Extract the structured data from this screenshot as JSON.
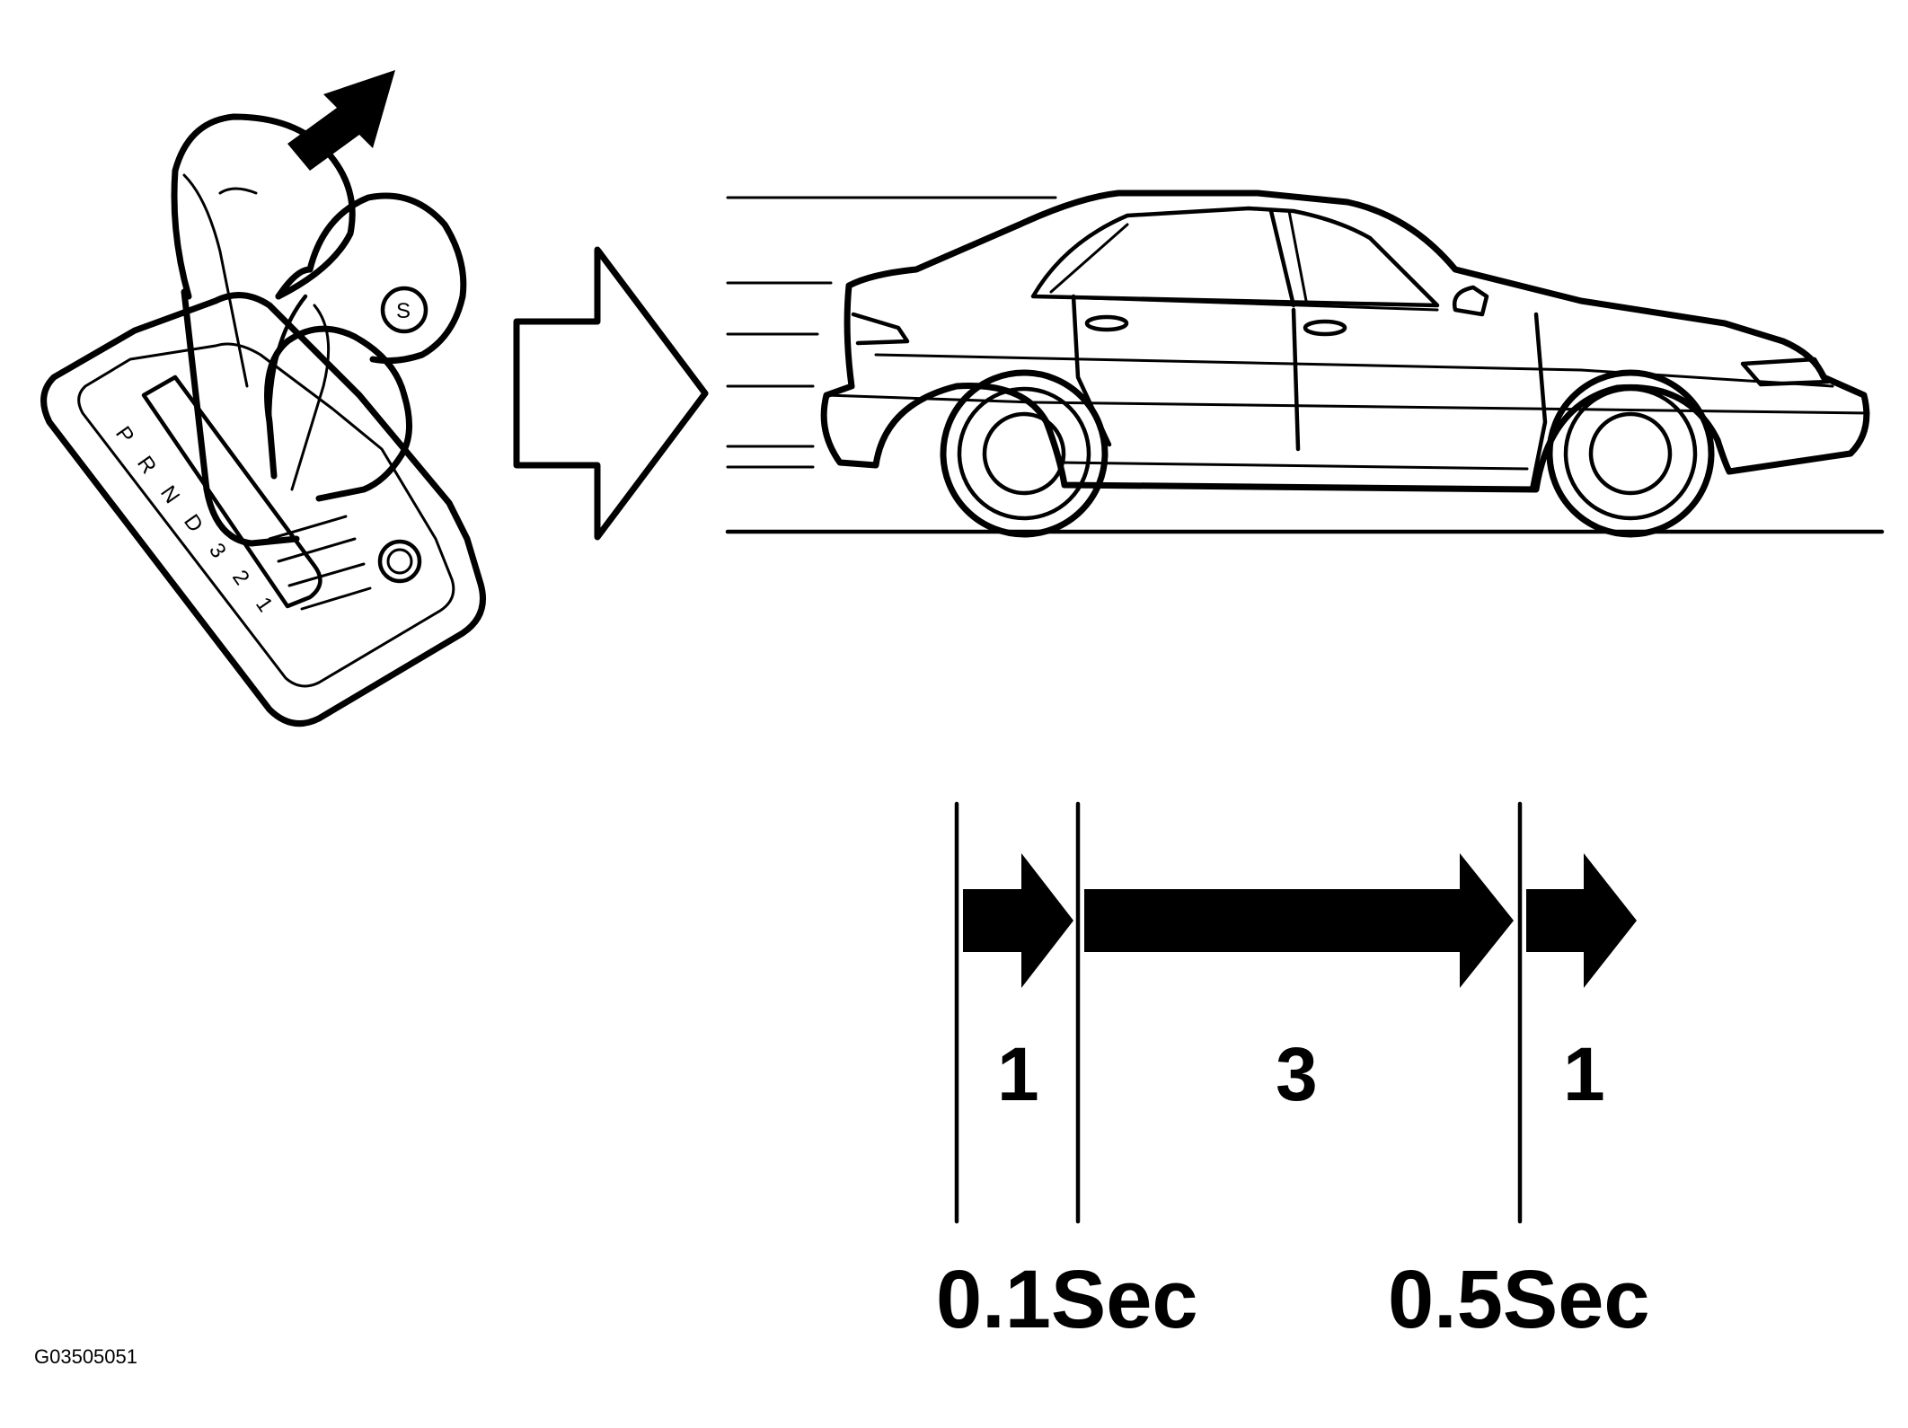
{
  "shifter": {
    "gate_letters": [
      "P",
      "R",
      "N",
      "D",
      "3",
      "2",
      "1"
    ],
    "knob_button": "S"
  },
  "timeline": {
    "segments": [
      "1",
      "3",
      "1"
    ],
    "times": [
      "0.1Sec",
      "0.5Sec"
    ]
  },
  "figure_code": "G03505051"
}
